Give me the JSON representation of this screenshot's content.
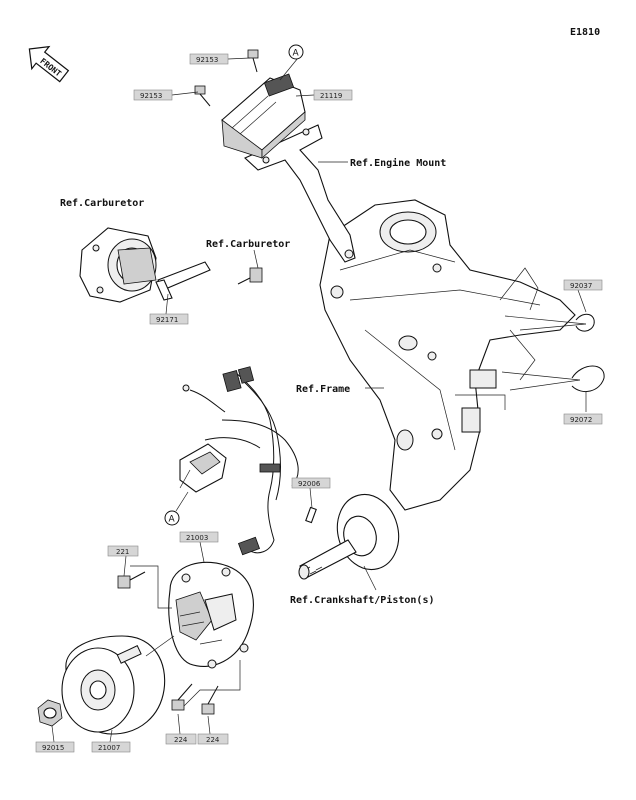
{
  "diagram_id": "E1810",
  "front_label": "FRONT",
  "callout_letter": "A",
  "refs": {
    "engine_mount": "Ref.Engine Mount",
    "carburetor_left": "Ref.Carburetor",
    "carburetor_right": "Ref.Carburetor",
    "frame": "Ref.Frame",
    "crankshaft": "Ref.Crankshaft/Piston(s)"
  },
  "parts": {
    "p92153_top": "92153",
    "p92153_left": "92153",
    "p21119": "21119",
    "p92171": "92171",
    "p92037": "92037",
    "p92072": "92072",
    "p92006": "92006",
    "p221": "221",
    "p21003": "21003",
    "p92015": "92015",
    "p21007": "21007",
    "p224_left": "224",
    "p224_right": "224"
  }
}
